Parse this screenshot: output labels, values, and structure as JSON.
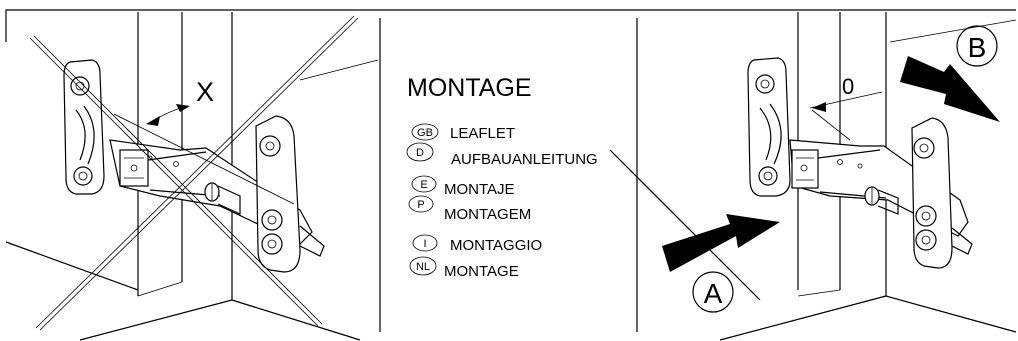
{
  "title": "MONTAGE",
  "languages": [
    {
      "code": "GB",
      "label": "LEAFLET"
    },
    {
      "code": "D",
      "label": "AUFBAUANLEITUNG"
    },
    {
      "code": "E",
      "label": "MONTAJE"
    },
    {
      "code": "P",
      "label": "MONTAGEM"
    },
    {
      "code": "I",
      "label": "MONTAGGIO"
    },
    {
      "code": "NL",
      "label": "MONTAGE"
    }
  ],
  "left_figure": {
    "angle_label": "X"
  },
  "right_figure": {
    "gap_label": "0",
    "arrow_a_label": "A",
    "arrow_b_label": "B"
  }
}
